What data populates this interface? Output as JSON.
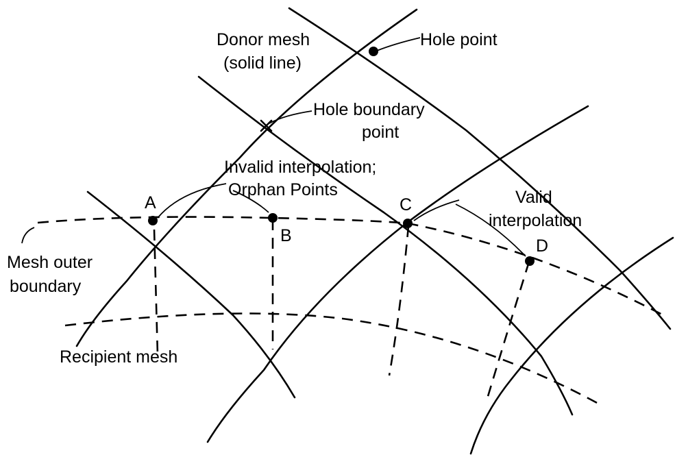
{
  "labels": {
    "donor_mesh_line1": "Donor mesh",
    "donor_mesh_line2": "(solid line)",
    "hole_point": "Hole point",
    "hole_boundary_line1": "Hole boundary",
    "hole_boundary_line2": "point",
    "invalid_line1": "Invalid interpolation;",
    "invalid_line2": "Orphan Points",
    "valid_line1": "Valid",
    "valid_line2": "interpolation",
    "outer_line1": "Mesh outer",
    "outer_line2": "boundary",
    "recipient_mesh": "Recipient mesh"
  },
  "points": {
    "a": "A",
    "b": "B",
    "c": "C",
    "d": "D"
  },
  "style": {
    "line_color": "#000000",
    "background": "#ffffff"
  }
}
